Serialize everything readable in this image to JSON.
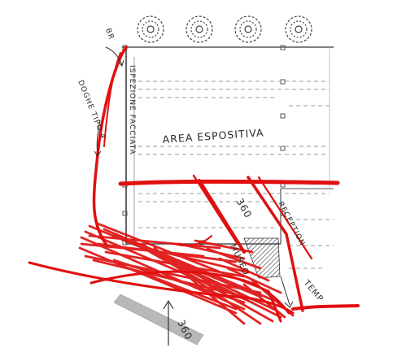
{
  "labels": {
    "area_espositiva": "AREA ESPOSITIVA",
    "ispezione_facciata": "ISPEZIONE FACCIATA",
    "doghe_tipo": "DOGHE TIPO 4",
    "reception": "RECEPTION",
    "museo": "MUSEO",
    "temp": "TEMP",
    "h360_upper": "360",
    "h360_lower": "360",
    "top_mark": "BR"
  },
  "colors": {
    "ink": "#333333",
    "pencil": "#8a8a8a",
    "red_marker": "#e01010",
    "gray_band": "#b8b8b8",
    "tree_outline": "#444444"
  },
  "icons": {
    "trees": [
      "tree-icon",
      "tree-icon",
      "tree-icon",
      "tree-icon"
    ],
    "direction_arrow": "arrow-up-icon"
  }
}
